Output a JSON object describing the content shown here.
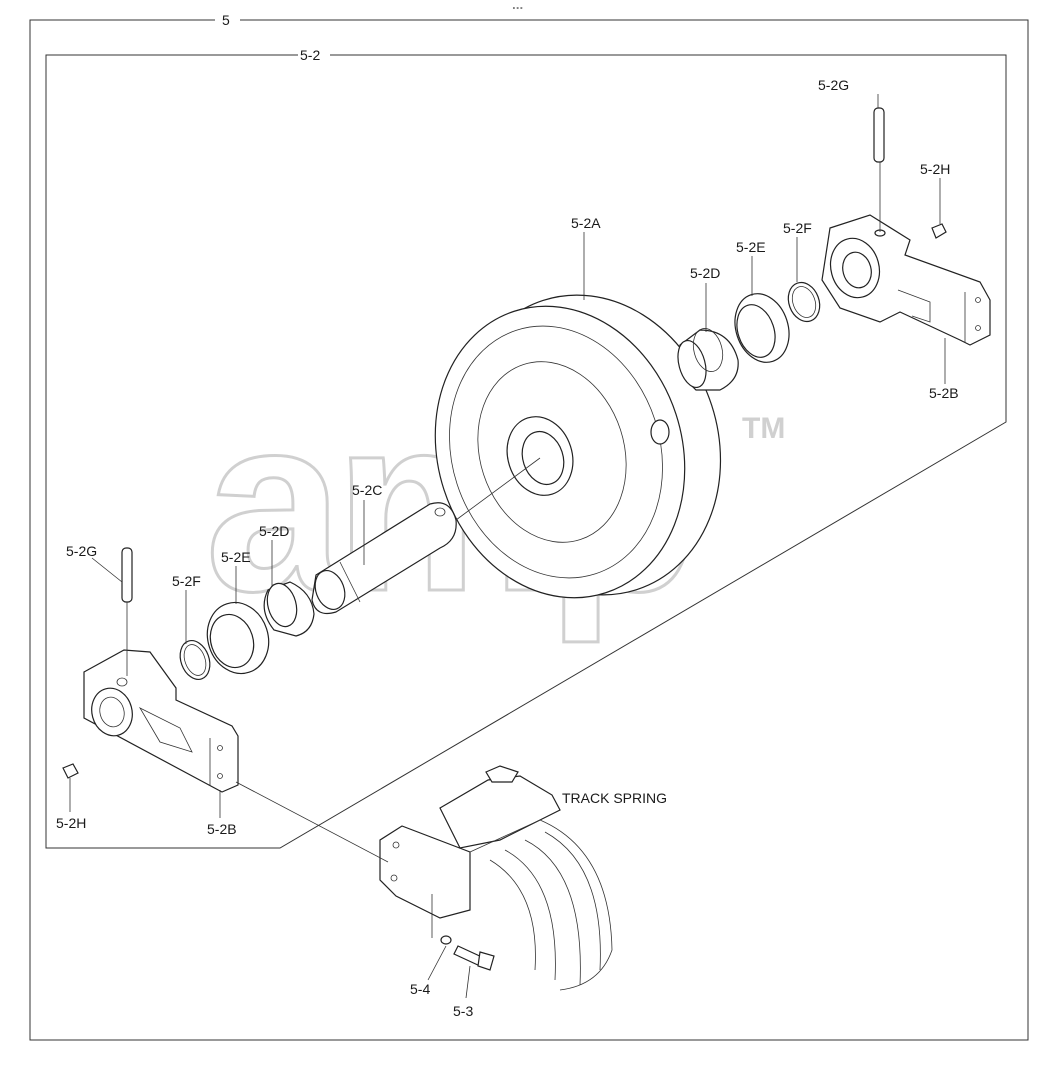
{
  "assembly": {
    "outer_label": "5",
    "inner_label": "5-2",
    "top_mark": "∘∘∘"
  },
  "labels": {
    "p5_2A": "5-2A",
    "p5_2B_right": "5-2B",
    "p5_2B_left": "5-2B",
    "p5_2C": "5-2C",
    "p5_2D_right": "5-2D",
    "p5_2D_left": "5-2D",
    "p5_2E_right": "5-2E",
    "p5_2E_left": "5-2E",
    "p5_2F_right": "5-2F",
    "p5_2F_left": "5-2F",
    "p5_2G_right": "5-2G",
    "p5_2G_left": "5-2G",
    "p5_2H_right": "5-2H",
    "p5_2H_left": "5-2H",
    "p5_3": "5-3",
    "p5_4": "5-4",
    "track_spring": "TRACK SPRING"
  },
  "watermark": {
    "text": "amp",
    "tm": "TM",
    "color": "#b8b8b8"
  },
  "colors": {
    "line": "#222222",
    "background": "#ffffff"
  }
}
